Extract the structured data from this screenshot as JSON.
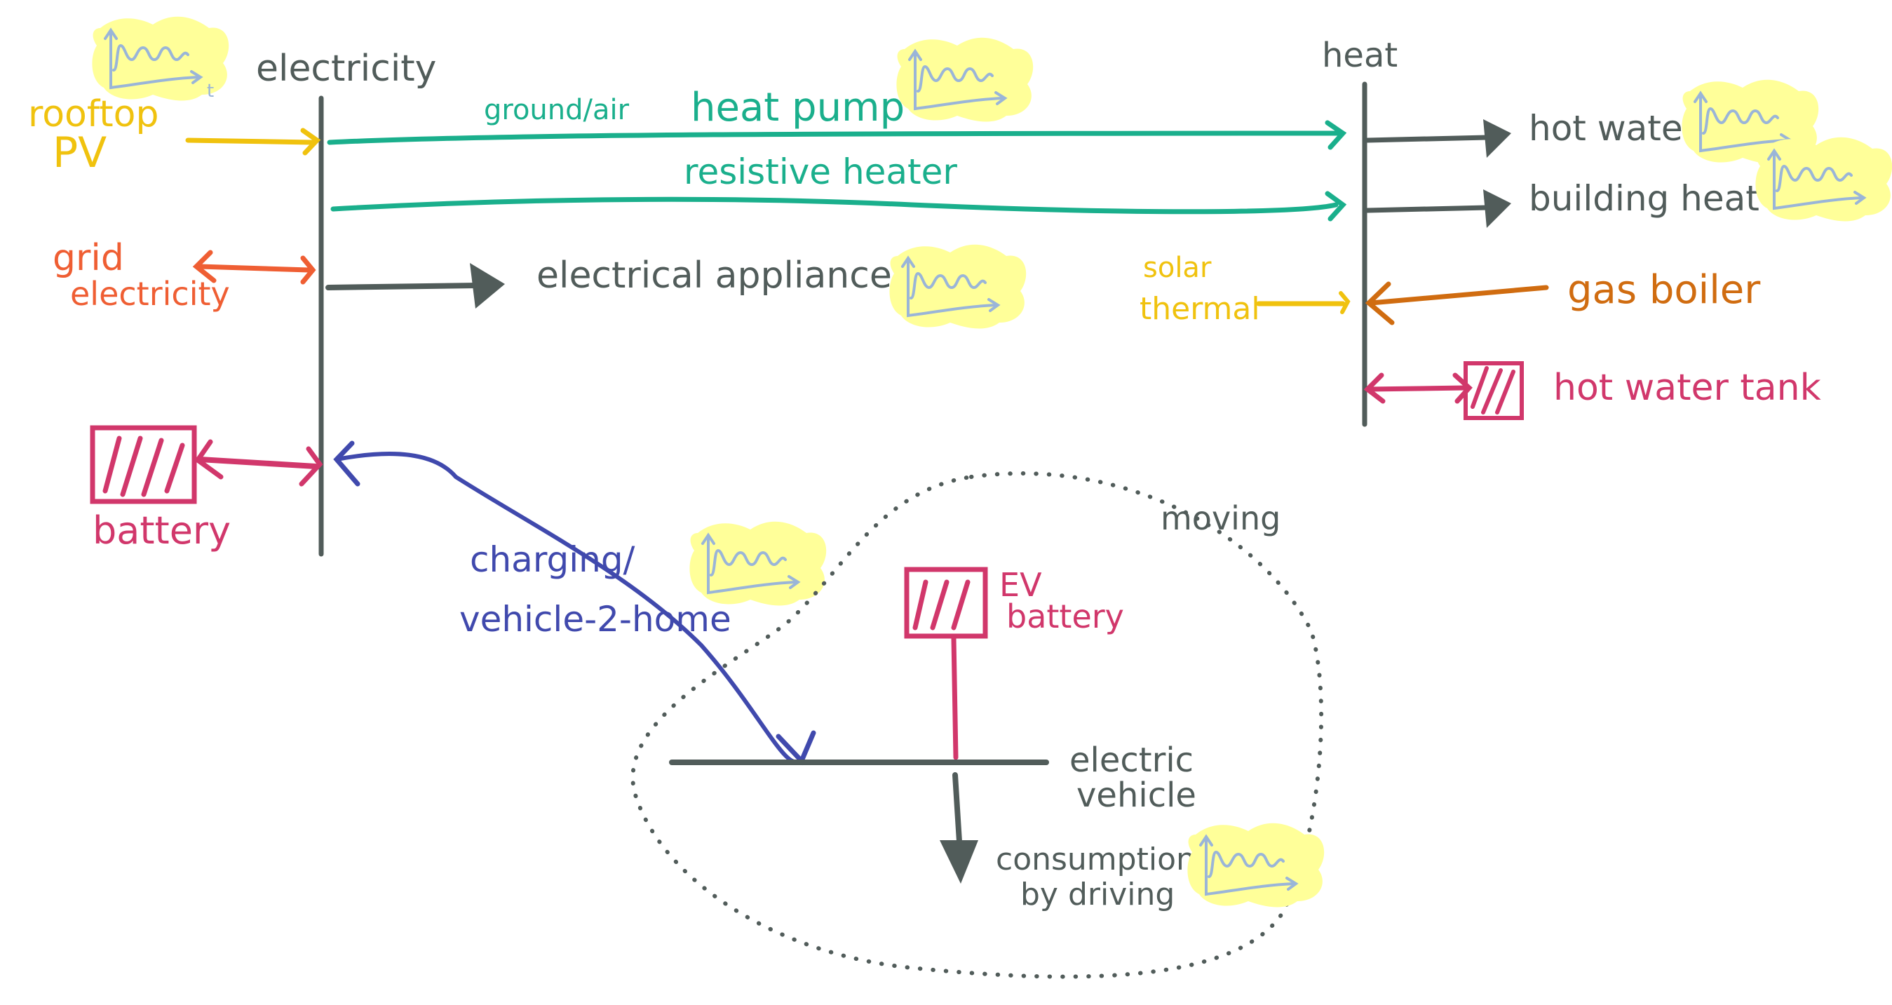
{
  "colors": {
    "bus": "#515c5a",
    "teal": "#1aaf8c",
    "yellow": "#f0c20e",
    "orange_red": "#ef5e33",
    "orange": "#d06c10",
    "magenta": "#d1376b",
    "blue": "#4049ad",
    "profile_bg": "#ffff99",
    "profile_line": "#9ab5d8",
    "dotted": "#515c5a"
  },
  "buses": {
    "electricity": "electricity",
    "heat": "heat",
    "electric_vehicle": [
      "electric",
      "vehicle"
    ]
  },
  "sources": {
    "rooftop_pv": [
      "rooftop",
      "PV"
    ],
    "grid_electricity": [
      "grid",
      "electricity"
    ],
    "solar_thermal": [
      "solar",
      "thermal"
    ],
    "gas_boiler": "gas boiler"
  },
  "converters": {
    "heat_pump_prefix": "ground/air",
    "heat_pump": "heat pump",
    "resistive_heater": "resistive heater",
    "charging": [
      "charging/",
      "vehicle-2-home"
    ]
  },
  "loads": {
    "electrical_appliances": "electrical appliances",
    "hot_water": "hot water",
    "building_heat": "building heat",
    "consumption_by_driving": [
      "consumption",
      "by driving"
    ]
  },
  "storage": {
    "battery": "battery",
    "hot_water_tank": "hot water tank",
    "ev_battery": [
      "EV",
      "battery"
    ]
  },
  "region_label": "moving",
  "profile_axis_label": "t"
}
